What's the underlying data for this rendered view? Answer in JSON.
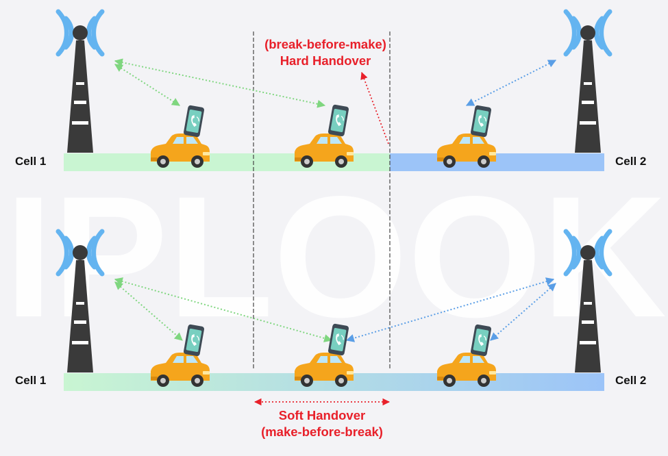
{
  "watermark": "IPLOOK",
  "colors": {
    "background": "#f3f3f6",
    "annotation_red": "#e8202a",
    "cell1_green": "#7fd67f",
    "cell2_blue": "#5a9ee6",
    "signal_blue": "#64b4f0",
    "tower_dark": "#3a3a3a",
    "road_green": "#c9f5d2",
    "road_blue": "#9cc4f8",
    "car_orange": "#f5a51c",
    "phone_dark": "#3e4a55",
    "phone_screen": "#78cfc0"
  },
  "hard_handover": {
    "left_cell_label": "Cell 1",
    "right_cell_label": "Cell 2",
    "title_line1": "(break-before-make)",
    "title_line2": "Hard Handover"
  },
  "soft_handover": {
    "left_cell_label": "Cell 1",
    "right_cell_label": "Cell 2",
    "title_line1": "Soft Handover",
    "title_line2": "(make-before-break)"
  },
  "icons": {
    "tower": "cell-tower-icon",
    "car": "car-icon",
    "phone": "phone-call-icon"
  }
}
